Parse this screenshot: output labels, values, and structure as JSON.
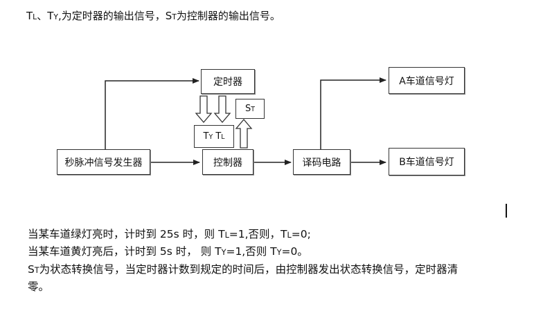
{
  "intro": {
    "tl_main": "T",
    "tl_sub": "L",
    "sep": "、",
    "ty_main": "T",
    "ty_sub": "Y",
    "text1": ",为定时器的输出信号，",
    "st_main": "S",
    "st_sub": "T",
    "text2": "为控制器的输出信号。"
  },
  "diagram": {
    "timer": "定时器",
    "pulse_gen": "秒脉冲信号发生器",
    "controller": "控制器",
    "decoder": "译码电路",
    "light_a": "A车道信号灯",
    "light_b": "B车道信号灯",
    "st_label_main": "S",
    "st_label_sub": "T",
    "ty_label_main": "T",
    "ty_label_sub": "Y",
    "tl_label_main": "T",
    "tl_label_sub": "L"
  },
  "notes": {
    "line1_a": "当某车道绿灯亮时，计时到 25s 时，则 T",
    "line1_sub1": "L",
    "line1_b": "=1,否则，T",
    "line1_sub2": "L",
    "line1_c": "=0;",
    "line2_a": "当某车道黄灯亮后，计时到 5s 时，  则 T",
    "line2_sub1": "Y",
    "line2_b": "=1,否则 T",
    "line2_sub2": "Y",
    "line2_c": "=0。",
    "line3_main": "S",
    "line3_sub": "T",
    "line3_text": "为状态转换信号，当定时器计数到规定的时间后，由控制器发出状态转换信号，定时器清",
    "line4_text": "零。"
  }
}
